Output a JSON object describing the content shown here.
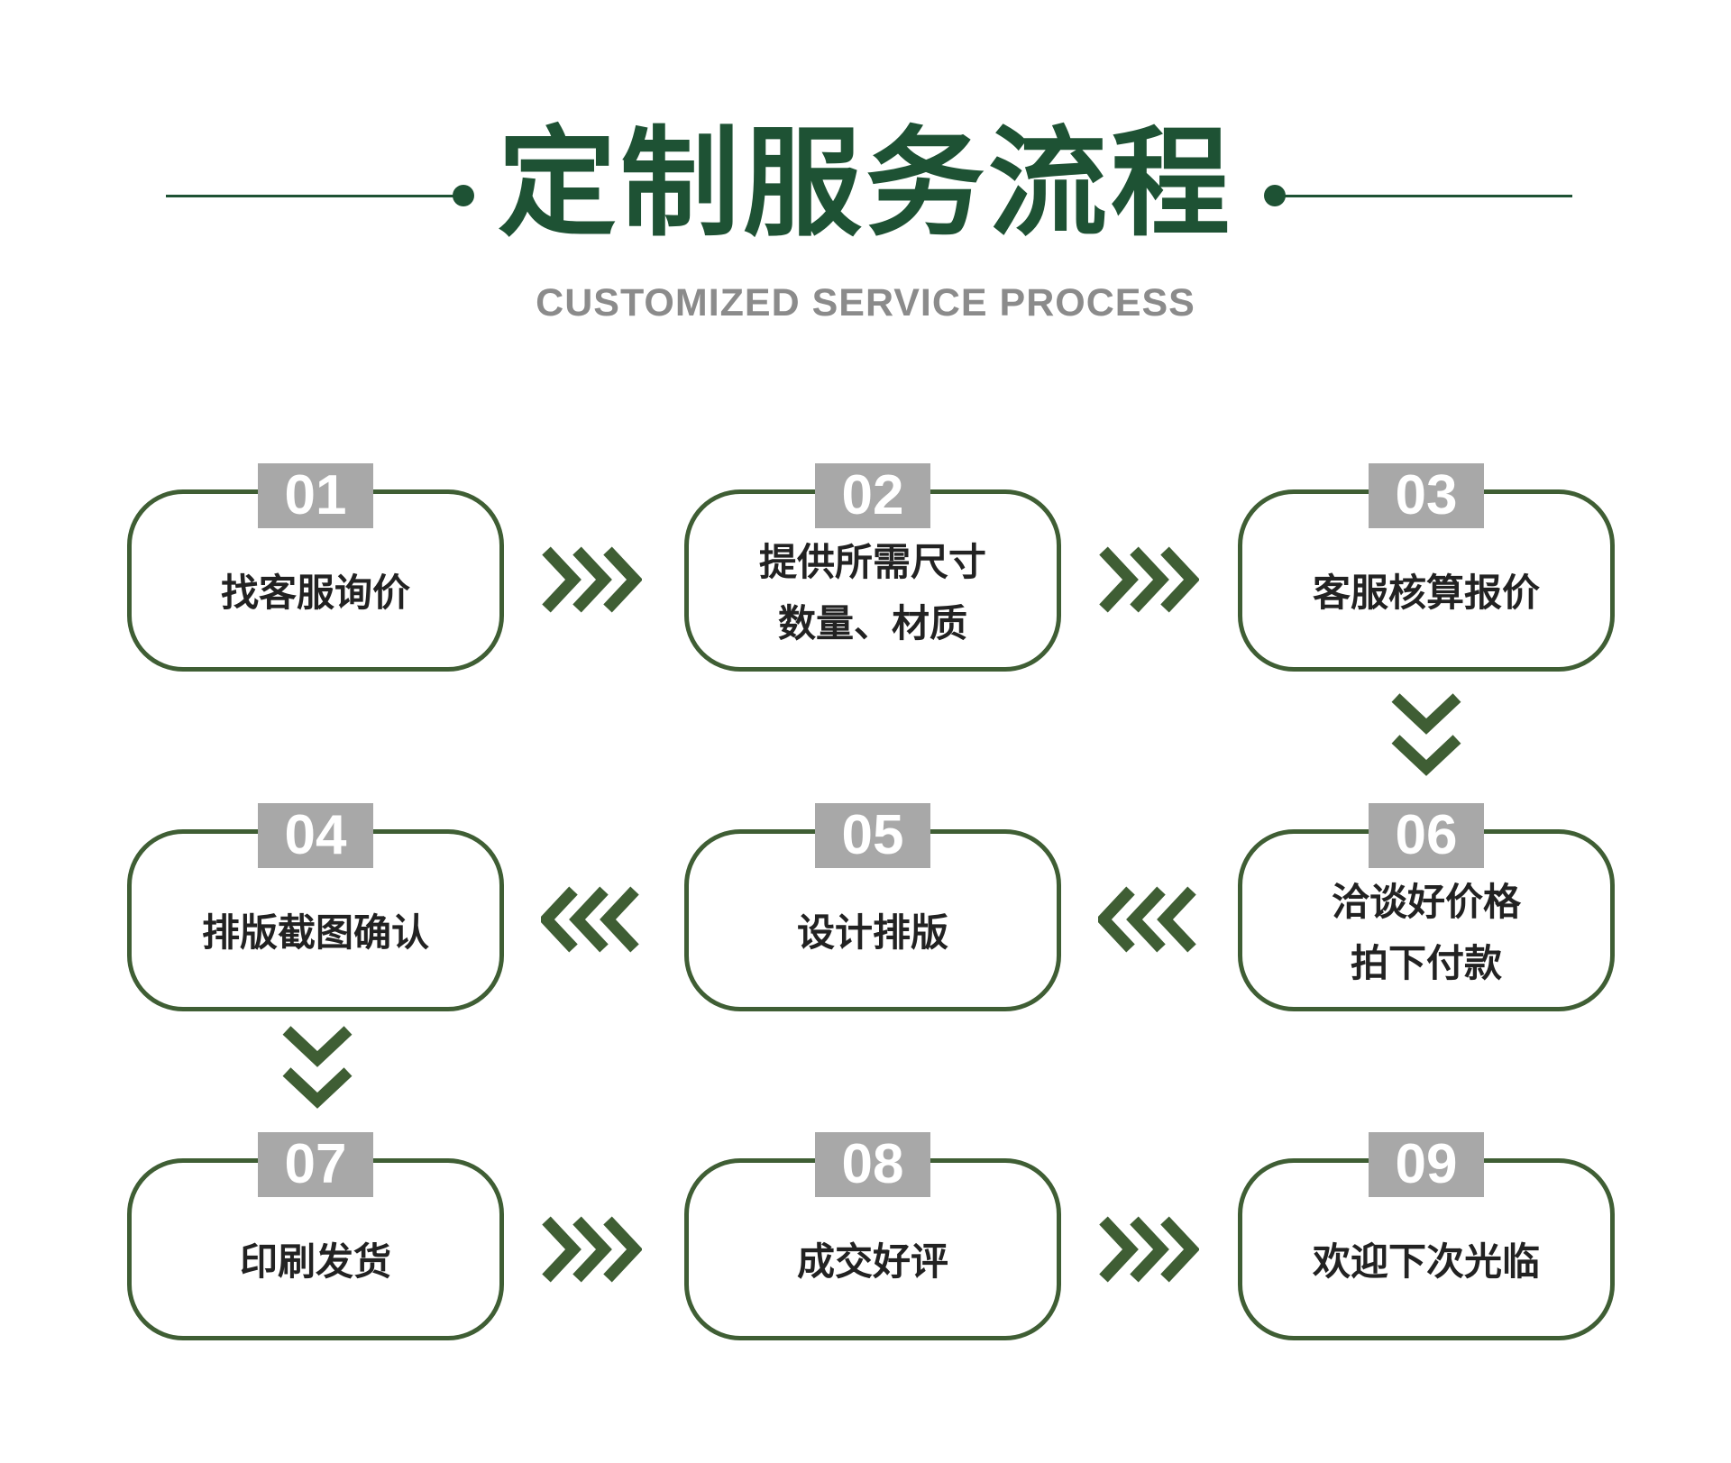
{
  "header": {
    "title": "定制服务流程",
    "subtitle": "CUSTOMIZED SERVICE PROCESS"
  },
  "steps": [
    {
      "number": "01",
      "lines": [
        "找客服询价"
      ]
    },
    {
      "number": "02",
      "lines": [
        "提供所需尺寸",
        "数量、材质"
      ]
    },
    {
      "number": "03",
      "lines": [
        "客服核算报价"
      ]
    },
    {
      "number": "04",
      "lines": [
        "排版截图确认"
      ]
    },
    {
      "number": "05",
      "lines": [
        "设计排版"
      ]
    },
    {
      "number": "06",
      "lines": [
        "洽谈好价格",
        "拍下付款"
      ]
    },
    {
      "number": "07",
      "lines": [
        "印刷发货"
      ]
    },
    {
      "number": "08",
      "lines": [
        "成交好评"
      ]
    },
    {
      "number": "09",
      "lines": [
        "欢迎下次光临"
      ]
    }
  ],
  "arrows": [
    {
      "icon": "chevron-right-icon"
    },
    {
      "icon": "chevron-right-icon"
    },
    {
      "icon": "chevron-down-icon"
    },
    {
      "icon": "chevron-left-icon"
    },
    {
      "icon": "chevron-left-icon"
    },
    {
      "icon": "chevron-down-icon"
    },
    {
      "icon": "chevron-right-icon"
    },
    {
      "icon": "chevron-right-icon"
    }
  ],
  "colors": {
    "title": "#1e5234",
    "subtitle": "#8b8b8b",
    "border": "#3f5e34",
    "badge": "#a8a8a8",
    "arrow": "#3f5e34"
  }
}
